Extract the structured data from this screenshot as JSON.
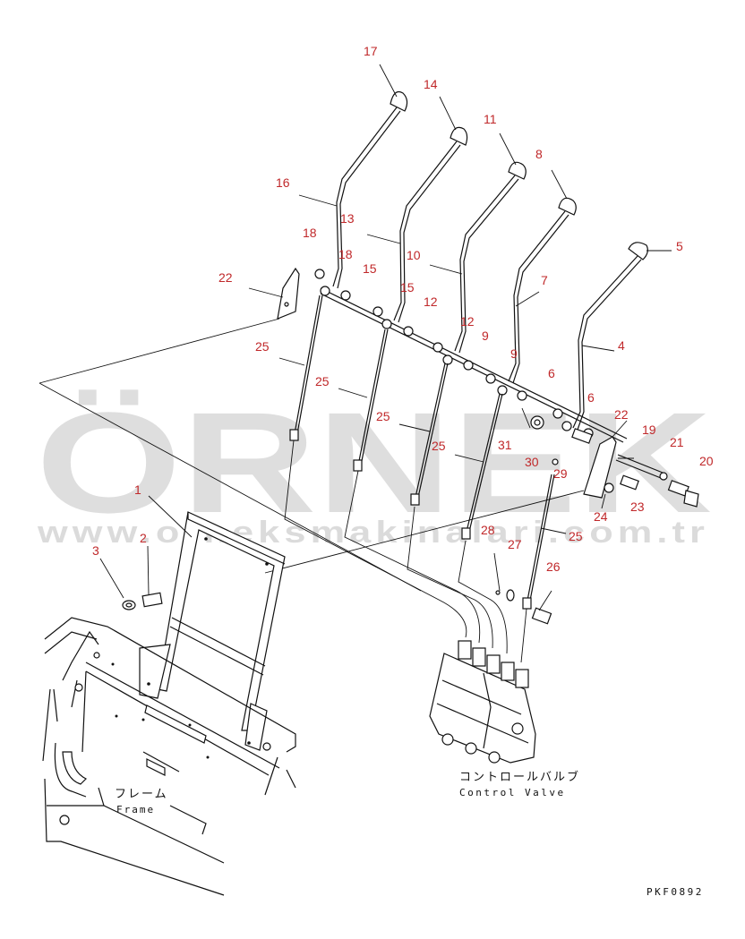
{
  "watermark": {
    "brand": "ÖRNEK",
    "url": "www.orneksmakinalari.com.tr",
    "accent": "#f2c744",
    "gray": "#9b9b9b"
  },
  "drawing_code": "PKF0892",
  "labels": {
    "control_valve_jp": "コントロールバルブ",
    "control_valve_en": "Control Valve",
    "frame_jp": "フレーム",
    "frame_en": "Frame"
  },
  "callout_color": "#c0282a",
  "callouts": [
    {
      "id": "c17",
      "text": "17"
    },
    {
      "id": "c14",
      "text": "14"
    },
    {
      "id": "c11",
      "text": "11"
    },
    {
      "id": "c8",
      "text": "8"
    },
    {
      "id": "c5",
      "text": "5"
    },
    {
      "id": "c16",
      "text": "16"
    },
    {
      "id": "c13",
      "text": "13"
    },
    {
      "id": "c10",
      "text": "10"
    },
    {
      "id": "c7",
      "text": "7"
    },
    {
      "id": "c4",
      "text": "4"
    },
    {
      "id": "c18a",
      "text": "18"
    },
    {
      "id": "c18b",
      "text": "18"
    },
    {
      "id": "c22a",
      "text": "22"
    },
    {
      "id": "c15a",
      "text": "15"
    },
    {
      "id": "c15b",
      "text": "15"
    },
    {
      "id": "c12a",
      "text": "12"
    },
    {
      "id": "c12b",
      "text": "12"
    },
    {
      "id": "c9a",
      "text": "9"
    },
    {
      "id": "c9b",
      "text": "9"
    },
    {
      "id": "c6a",
      "text": "6"
    },
    {
      "id": "c6b",
      "text": "6"
    },
    {
      "id": "c25a",
      "text": "25"
    },
    {
      "id": "c25b",
      "text": "25"
    },
    {
      "id": "c25c",
      "text": "25"
    },
    {
      "id": "c25d",
      "text": "25"
    },
    {
      "id": "c25e",
      "text": "25"
    },
    {
      "id": "c22b",
      "text": "22"
    },
    {
      "id": "c19",
      "text": "19"
    },
    {
      "id": "c21",
      "text": "21"
    },
    {
      "id": "c20",
      "text": "20"
    },
    {
      "id": "c31",
      "text": "31"
    },
    {
      "id": "c30",
      "text": "30"
    },
    {
      "id": "c29",
      "text": "29"
    },
    {
      "id": "c24",
      "text": "24"
    },
    {
      "id": "c23",
      "text": "23"
    },
    {
      "id": "c28",
      "text": "28"
    },
    {
      "id": "c27",
      "text": "27"
    },
    {
      "id": "c26",
      "text": "26"
    },
    {
      "id": "c1",
      "text": "1"
    },
    {
      "id": "c2",
      "text": "2"
    },
    {
      "id": "c3",
      "text": "3"
    }
  ]
}
